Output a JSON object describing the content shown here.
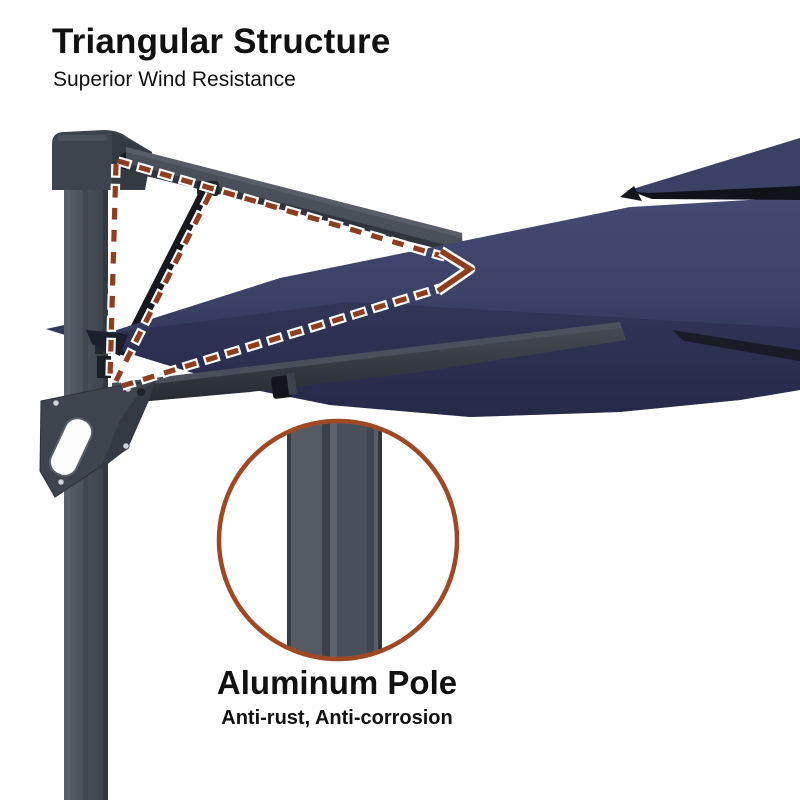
{
  "header": {
    "title": "Triangular Structure",
    "subtitle": "Superior Wind Resistance"
  },
  "callout": {
    "title": "Aluminum Pole",
    "subtitle": "Anti-rust, Anti-corrosion"
  },
  "illustration": {
    "icons": {
      "triangle_annotation": "dashed-triangle-icon",
      "arrow": "arrow-right-chevron-icon",
      "magnifier": "zoom-circle-icon"
    },
    "colors": {
      "background": "#ffffff",
      "text": "#111111",
      "accent_ring": "#9e4824",
      "dash": "#8e3d1e",
      "canopy_navy": "#3c4166",
      "canopy_dark": "#272b48",
      "frame_charcoal": "#4a505a",
      "frame_dark": "#2c3138"
    }
  }
}
